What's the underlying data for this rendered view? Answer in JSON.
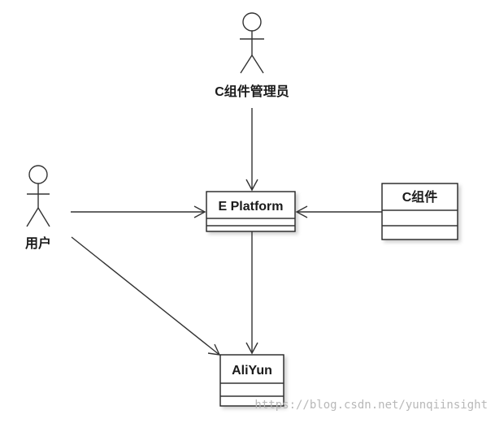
{
  "actors": {
    "admin": {
      "label": "C组件管理员"
    },
    "user": {
      "label": "用户"
    }
  },
  "classes": {
    "platform": {
      "label": "E Platform"
    },
    "component": {
      "label": "C组件"
    },
    "aliyun": {
      "label": "AliYun"
    }
  },
  "watermark": "https://blog.csdn.net/yunqiinsight"
}
